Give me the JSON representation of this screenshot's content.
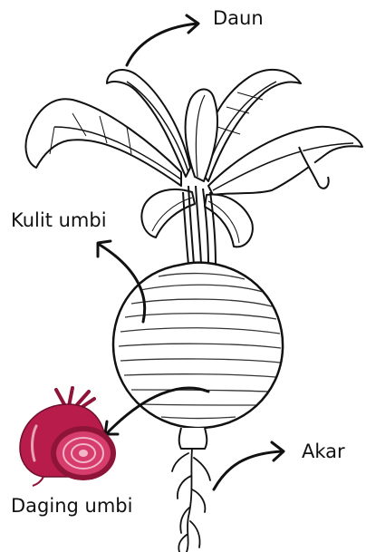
{
  "labels": {
    "daun": "Daun",
    "kulit_umbi": "Kulit umbi",
    "akar": "Akar",
    "daging_umbi": "Daging umbi"
  },
  "colors": {
    "ink": "#111111",
    "beet_dark": "#8e1537",
    "beet_mid": "#b81c4a",
    "beet_light": "#e9a3b8"
  },
  "icons": {
    "plant": "beetroot-plant-drawing",
    "beet": "beetroot-sliced-icon"
  }
}
